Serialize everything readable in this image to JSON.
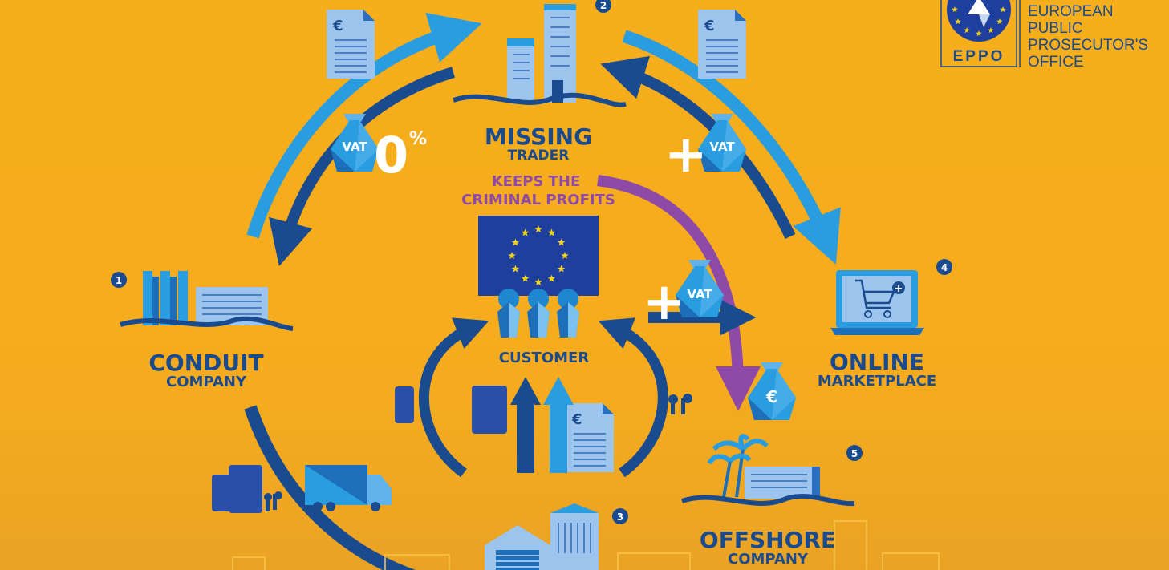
{
  "logo": {
    "acronym": "EPPO",
    "name_lines": [
      "EUROPEAN",
      "PUBLIC",
      "PROSECUTOR'S",
      "OFFICE"
    ]
  },
  "nodes": {
    "conduit": {
      "number": "1",
      "title": "CONDUIT",
      "subtitle": "COMPANY"
    },
    "missing": {
      "number": "2",
      "title": "MISSING",
      "subtitle": "TRADER"
    },
    "buffer": {
      "number": "3"
    },
    "online": {
      "number": "4",
      "title": "ONLINE",
      "subtitle": "MARKETPLACE"
    },
    "offshore": {
      "number": "5",
      "title": "OFFSHORE",
      "subtitle": "COMPANY"
    }
  },
  "customer": {
    "label": "CUSTOMER"
  },
  "profits_note": {
    "lines": [
      "KEEPS THE",
      "CRIMINAL PROFITS"
    ]
  },
  "vat": {
    "tag": "VAT",
    "zero": "0",
    "percent": "%",
    "plus": "+",
    "euro": "€"
  },
  "colors": {
    "background": "#f5ab1d",
    "dark_blue": "#1b4b8f",
    "mid_blue": "#1c6fb8",
    "light_blue": "#2a9de0",
    "pale_blue": "#9cc4ec",
    "purple": "#8e4aa6",
    "white": "#ffffff",
    "eu_star": "#f3d21a",
    "eu_blue": "#1e3f9e"
  },
  "icons": [
    "euro-invoice-icon",
    "vat-bag-icon",
    "skyscraper-icon",
    "factory-icon",
    "laptop-cart-icon",
    "palm-island-icon",
    "warehouse-icon",
    "truck-icon",
    "phone-icon",
    "tablet-icon",
    "earbuds-icon",
    "eu-flag-icon",
    "euro-money-bag-icon"
  ]
}
